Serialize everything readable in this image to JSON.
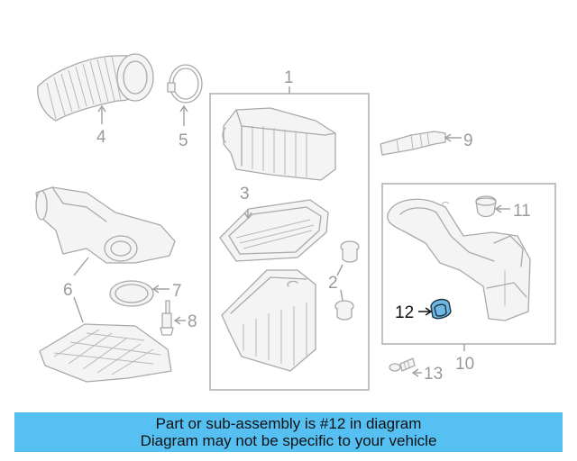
{
  "diagram": {
    "callouts": {
      "c1": "1",
      "c2": "2",
      "c3": "3",
      "c4": "4",
      "c5": "5",
      "c6": "6",
      "c7": "7",
      "c8": "8",
      "c9": "9",
      "c10": "10",
      "c11": "11",
      "c12": "12",
      "c13": "13"
    },
    "highlighted_part": "12",
    "colors": {
      "line": "#a9a9a9",
      "highlight_fill": "#6fb8e3",
      "banner": "#56c0f3"
    }
  },
  "banner": {
    "line1": "Part or sub-assembly is #12 in diagram",
    "line2": "Diagram may not be specific to your vehicle"
  }
}
